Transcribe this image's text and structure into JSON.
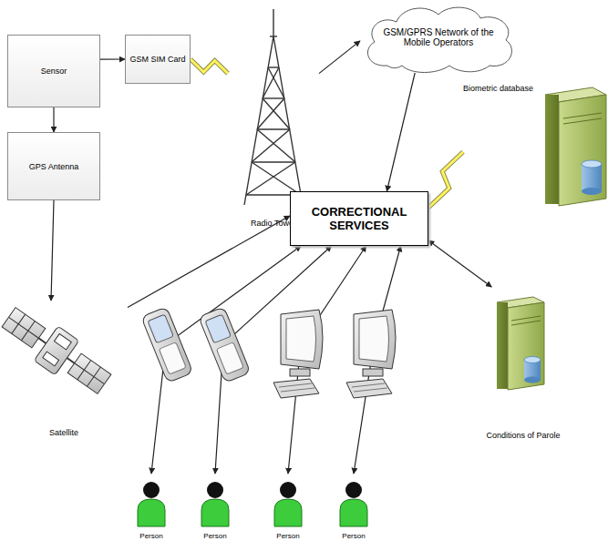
{
  "diagram": {
    "nodes": [
      {
        "text": [
          "Sensor"
        ]
      },
      {
        "text": [
          "GSM SIM Card"
        ]
      },
      {
        "text": [
          "Radio Tower"
        ]
      },
      {
        "text": [
          "GSM/GPRS Network of the Mobile Operators"
        ]
      },
      {
        "text": [
          "Biometric database"
        ]
      },
      {
        "text": [
          "GPS Antenna"
        ]
      },
      {
        "text": [
          "CORRECTIONAL SERVICES"
        ]
      },
      {
        "text": [
          "Satellite"
        ]
      },
      {
        "text": [
          "Conditions of Parole"
        ]
      },
      {
        "text": [
          "Person"
        ]
      },
      {
        "text": [
          "Person"
        ]
      },
      {
        "text": [
          "Person"
        ]
      },
      {
        "text": [
          "Person"
        ]
      }
    ],
    "edges": [
      {
        "from": 0,
        "to": 1,
        "arrow": "to"
      },
      {
        "from": 0,
        "to": 5,
        "arrow": "to"
      },
      {
        "from": 1,
        "to": 2,
        "arrow": "none"
      },
      {
        "from": 2,
        "to": 3,
        "arrow": "to"
      },
      {
        "from": 3,
        "to": 6,
        "arrow": "to"
      },
      {
        "from": 4,
        "to": 6,
        "arrow": "none"
      },
      {
        "from": 5,
        "to": 7,
        "arrow": "to"
      },
      {
        "from": 7,
        "to": 6,
        "arrow": "to"
      },
      {
        "from": 6,
        "to": 8,
        "arrow": "both"
      },
      {
        "from": 6,
        "to": 9,
        "arrow": "both"
      },
      {
        "from": 6,
        "to": 10,
        "arrow": "both"
      },
      {
        "from": 6,
        "to": 11,
        "arrow": "both"
      },
      {
        "from": 6,
        "to": 12,
        "arrow": "both"
      }
    ]
  }
}
